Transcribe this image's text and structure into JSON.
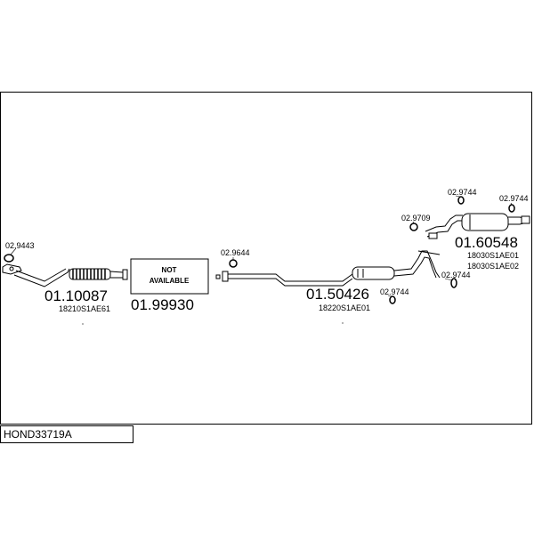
{
  "diagram_title": "HOND33719A",
  "note_box": {
    "line1": "NOT",
    "line2": "AVAILABLE"
  },
  "parts": [
    {
      "number": "01.10087",
      "oem": "18210S1AE61"
    },
    {
      "number": "01.99930"
    },
    {
      "number": "01.50426",
      "oem": "18220S1AE01"
    },
    {
      "number": "01.60548",
      "oem": [
        "18030S1AE01",
        "18030S1AE02"
      ]
    }
  ],
  "accessories": [
    "02.9443",
    "02.9644",
    "02.9744",
    "02.9744",
    "02.9709",
    "02.9744",
    "02.9744"
  ]
}
